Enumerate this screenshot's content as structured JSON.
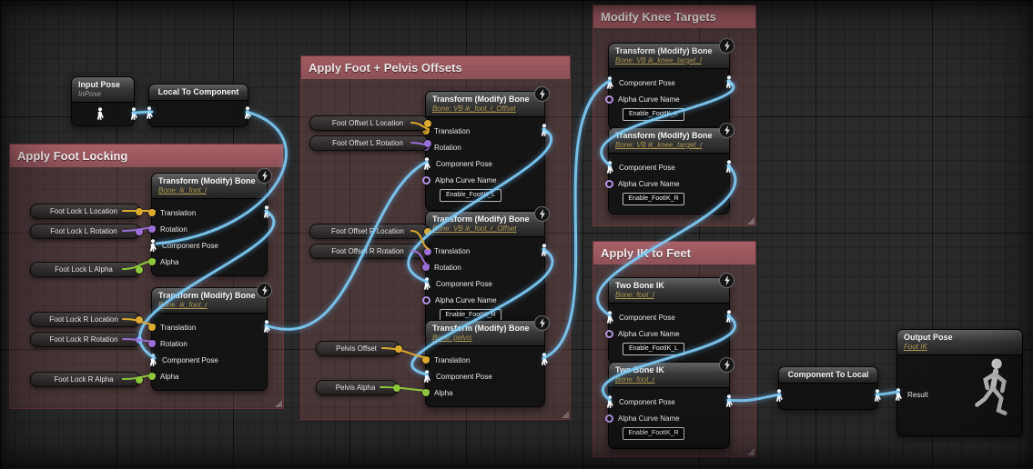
{
  "comments": {
    "foot_locking": {
      "title": "Apply Foot Locking"
    },
    "offsets": {
      "title": "Apply Foot + Pelvis Offsets"
    },
    "knee_targets": {
      "title": "Modify Knee Targets"
    },
    "apply_ik": {
      "title": "Apply IK to Feet"
    }
  },
  "pins": {
    "translation": "Translation",
    "rotation": "Rotation",
    "component_pose": "Component Pose",
    "alpha": "Alpha",
    "alpha_curve_name": "Alpha Curve Name",
    "result": "Result"
  },
  "nodes": {
    "transform_title": "Transform (Modify) Bone",
    "two_bone_ik_title": "Two Bone IK",
    "input_pose": {
      "title": "Input Pose",
      "subtitle": "InPose"
    },
    "local_to_component": {
      "title": "Local To Component"
    },
    "component_to_local": {
      "title": "Component To Local"
    },
    "output_pose": {
      "title": "Output Pose",
      "subtitle": "Foot IK"
    },
    "foot_lock_l": {
      "subtitle": "Bone: ik_foot_l"
    },
    "foot_lock_r": {
      "subtitle": "Bone: ik_foot_r"
    },
    "foot_offset_l": {
      "subtitle": "Bone: VB ik_foot_l_Offset",
      "curve_name": "Enable_FootIK_L"
    },
    "foot_offset_r": {
      "subtitle": "Bone: VB ik_foot_r_Offset",
      "curve_name": "Enable_FootIK_R"
    },
    "pelvis": {
      "subtitle": "Bone: pelvis"
    },
    "knee_target_l": {
      "subtitle": "Bone: VB ik_knee_target_l",
      "curve_name": "Enable_FootIK_L"
    },
    "knee_target_r": {
      "subtitle": "Bone: VB ik_knee_target_r",
      "curve_name": "Enable_FootIK_R"
    },
    "two_bone_ik_l": {
      "subtitle": "Bone: foot_l",
      "curve_name": "Enable_FootIK_L"
    },
    "two_bone_ik_r": {
      "subtitle": "Bone: foot_r",
      "curve_name": "Enable_FootIK_R"
    }
  },
  "pills": {
    "foot_lock_l_location": "Foot Lock L Location",
    "foot_lock_l_rotation": "Foot Lock L Rotation",
    "foot_lock_l_alpha": "Foot Lock L Alpha",
    "foot_lock_r_location": "Foot Lock R Location",
    "foot_lock_r_rotation": "Foot Lock R Rotation",
    "foot_lock_r_alpha": "Foot Lock R Alpha",
    "foot_offset_l_location": "Foot Offset L Location",
    "foot_offset_l_rotation": "Foot Offset L Rotation",
    "foot_offset_r_location": "Foot Offset R Location",
    "foot_offset_r_rotation": "Foot Offset R Rotation",
    "pelvis_offset": "Pelvis Offset",
    "pelvis_alpha": "Pelvis Alpha"
  },
  "icons": {
    "pose_pin": "person-silhouette",
    "fast_path": "lightning-bolt",
    "preview": "mannequin-figure"
  },
  "colors": {
    "pose_wire": "#7fcdf8",
    "location_wire": "#dcaa2e",
    "rotation_wire": "#9a6fd4",
    "alpha_wire": "#8fc73d",
    "comment_header": "#a86066"
  }
}
